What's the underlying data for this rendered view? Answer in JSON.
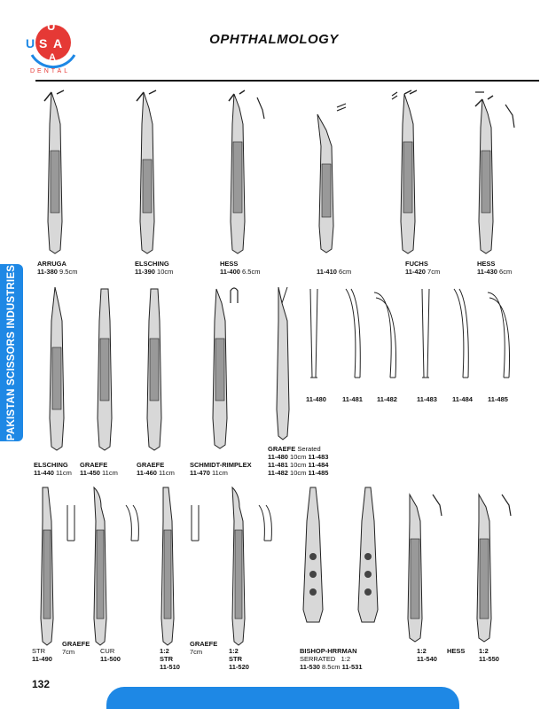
{
  "logo": {
    "letters": [
      "U",
      "S",
      "A"
    ],
    "bottom_letter": "A",
    "arc_text": "DENTAL",
    "colors": {
      "circle": "#e53935",
      "arc": "#1e88e5"
    }
  },
  "page": {
    "title": "OPHTHALMOLOGY",
    "side_tab": "PAKISTAN SCISSORS INDUSTRIES",
    "page_number": "132",
    "accent_color": "#1e88e5"
  },
  "row1": [
    {
      "name": "ARRUGA",
      "code": "11-380",
      "size": "9.5cm"
    },
    {
      "name": "ELSCHING",
      "code": "11-390",
      "size": "10cm"
    },
    {
      "name": "HESS",
      "code": "11-400",
      "size": "6.5cm"
    },
    {
      "name": "",
      "code": "11-410",
      "size": "6cm"
    },
    {
      "name": "FUCHS",
      "code": "11-420",
      "size": "7cm"
    },
    {
      "name": "HESS",
      "code": "11-430",
      "size": "6cm"
    }
  ],
  "row2": [
    {
      "name": "ELSCHING",
      "code": "11-440",
      "size": "11cm"
    },
    {
      "name": "GRAEFE",
      "code": "11-450",
      "size": "11cm"
    },
    {
      "name": "GRAEFE",
      "code": "11-460",
      "size": "11cm"
    },
    {
      "name": "SCHMIDT-RIMPLEX",
      "code": "11-470",
      "size": "11cm"
    }
  ],
  "graefe_serrated": {
    "name": "GRAEFE",
    "note": "Serated",
    "tips": [
      "11-480",
      "11-481",
      "11-482",
      "11-483",
      "11-484",
      "11-485"
    ],
    "lines": [
      {
        "code": "11-480",
        "size": "10cm",
        "code2": "11-483"
      },
      {
        "code": "11-481",
        "size": "10cm",
        "code2": "11-484"
      },
      {
        "code": "11-482",
        "size": "10cm",
        "code2": "11-485"
      }
    ]
  },
  "row3": {
    "i490": {
      "line1": "STR",
      "code": "11-490"
    },
    "graefe_a": {
      "name": "GRAEFE",
      "size": "7cm"
    },
    "i500": {
      "line1": "CUR",
      "code": "11-500"
    },
    "i510": {
      "ratio": "1:2",
      "line2": "STR",
      "code": "11-510"
    },
    "graefe_b": {
      "name": "GRAEFE",
      "size": "7cm"
    },
    "i520": {
      "ratio": "1:2",
      "line2": "STR",
      "code": "11-520"
    },
    "bishop": {
      "name": "BISHOP-HRRMAN",
      "serrated": "SERRATED",
      "ratio": "1:2",
      "code1": "11-530",
      "size1": "8.5cm",
      "code2": "11-531"
    },
    "i540": {
      "ratio": "1:2",
      "code": "11-540"
    },
    "hess": {
      "name": "HESS"
    },
    "i550": {
      "ratio": "1:2",
      "code": "11-550"
    }
  }
}
